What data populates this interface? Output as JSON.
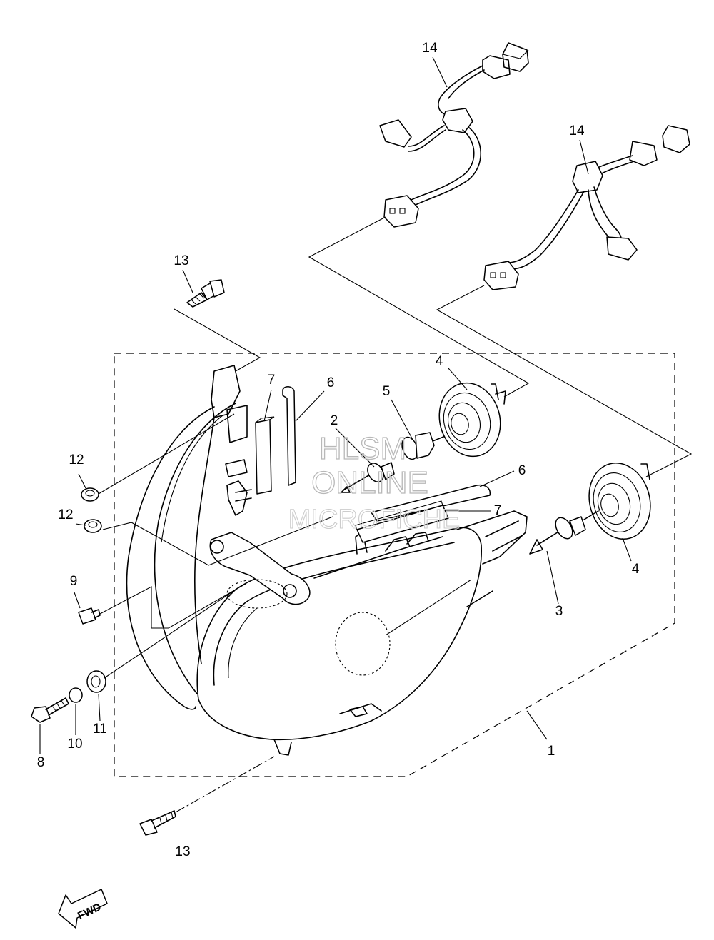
{
  "callouts": [
    {
      "id": "c14a",
      "label": "14"
    },
    {
      "id": "c14b",
      "label": "14"
    },
    {
      "id": "c13a",
      "label": "13"
    },
    {
      "id": "c7a",
      "label": "7"
    },
    {
      "id": "c6a",
      "label": "6"
    },
    {
      "id": "c5",
      "label": "5"
    },
    {
      "id": "c4a",
      "label": "4"
    },
    {
      "id": "c2",
      "label": "2"
    },
    {
      "id": "c12a",
      "label": "12"
    },
    {
      "id": "c12b",
      "label": "12"
    },
    {
      "id": "c6b",
      "label": "6"
    },
    {
      "id": "c7b",
      "label": "7"
    },
    {
      "id": "c9",
      "label": "9"
    },
    {
      "id": "c4b",
      "label": "4"
    },
    {
      "id": "c3",
      "label": "3"
    },
    {
      "id": "c10",
      "label": "10"
    },
    {
      "id": "c11",
      "label": "11"
    },
    {
      "id": "c8",
      "label": "8"
    },
    {
      "id": "c1",
      "label": "1"
    },
    {
      "id": "c13b",
      "label": "13"
    }
  ],
  "watermark": {
    "line1": "HLSM",
    "line2": "ONLINE",
    "line3": "MICROFICHE"
  },
  "direction_marker": "FWD"
}
